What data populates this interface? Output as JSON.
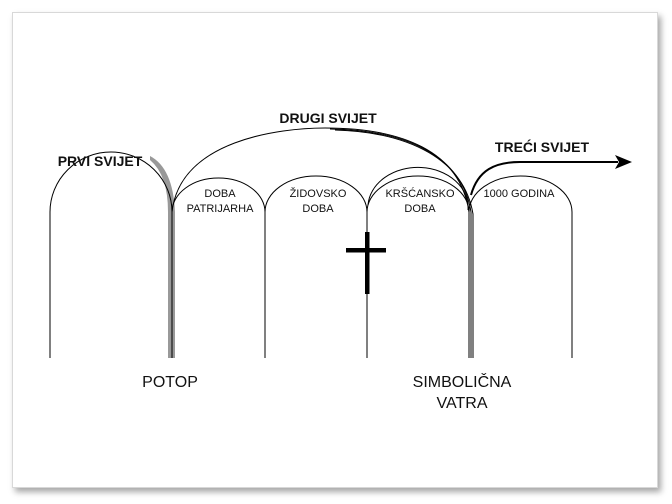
{
  "title_world_1": "PRVI SVIJET",
  "title_world_2": "DRUGI  SVIJET",
  "title_world_3": "TREĆI SVIJET",
  "arches": [
    {
      "line1": "DOBA",
      "line2": "PATRIJARHA"
    },
    {
      "line1": "ŽIDOVSKO",
      "line2": "DOBA"
    },
    {
      "line1": "KRŠĆANSKO",
      "line2": "DOBA"
    },
    {
      "line1": "1000 GODINA"
    }
  ],
  "events": {
    "flood": "POTOP",
    "fire_line1": "SIMBOLIČNA",
    "fire_line2": "VATRA"
  },
  "colors": {
    "gray_band": "#999999",
    "line": "#000000"
  }
}
